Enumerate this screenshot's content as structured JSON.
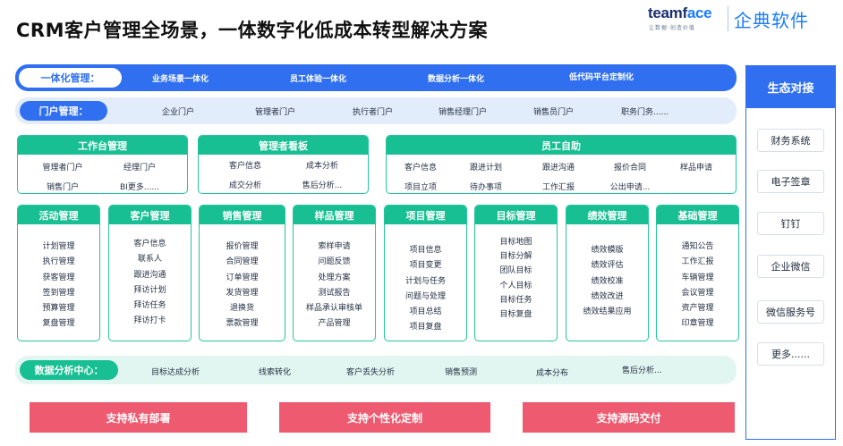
{
  "title": "CRM客户管理全场景，一体数字化低成本转型解决方案",
  "logo": {
    "en_part1": "teamf",
    "en_part2": "ace",
    "tagline": "让数据·创造价值",
    "cn": "企典软件"
  },
  "integration_bar": {
    "label": "一体化管理：",
    "items": [
      "业务场景一体化",
      "员工体验一体化",
      "数据分析一体化",
      "低代码平台定制化"
    ]
  },
  "portal_bar": {
    "label": "门户管理：",
    "items": [
      "企业门户",
      "管理者门户",
      "执行者门户",
      "销售经理门户",
      "销售员门户",
      "职务门务......"
    ]
  },
  "workbench": {
    "title": "工作台管理",
    "items": [
      "管理者门户",
      "经理门户",
      "销售门户",
      "BI更多......"
    ]
  },
  "manager_board": {
    "title": "管理者看板",
    "items": [
      "客户信息",
      "成本分析",
      "成交分析",
      "售后分析..."
    ]
  },
  "self_service": {
    "title": "员工自助",
    "items": [
      "客户信息",
      "跟进计划",
      "跟进沟通",
      "报价合同",
      "样品申请",
      "项目立项",
      "待办事项",
      "工作汇报",
      "公出申请..."
    ]
  },
  "modules": [
    {
      "title": "活动管理",
      "items": [
        "计划管理",
        "执行管理",
        "获客管理",
        "签到管理",
        "预算管理",
        "复盘管理"
      ]
    },
    {
      "title": "客户管理",
      "items": [
        "客户信息",
        "联系人",
        "跟进沟通",
        "拜访计划",
        "拜访任务",
        "拜访打卡"
      ]
    },
    {
      "title": "销售管理",
      "items": [
        "报价管理",
        "合同管理",
        "订单管理",
        "发货管理",
        "退换货",
        "票款管理"
      ]
    },
    {
      "title": "样品管理",
      "items": [
        "索样申请",
        "问题反馈",
        "处理方案",
        "测试报告",
        "样品承认审核单",
        "产品管理"
      ]
    },
    {
      "title": "项目管理",
      "items": [
        "项目信息",
        "项目变更",
        "计划与任务",
        "问题与处理",
        "项目总结",
        "项目复盘"
      ]
    },
    {
      "title": "目标管理",
      "items": [
        "目标地图",
        "目标分解",
        "团队目标",
        "个人目标",
        "目标任务",
        "目标复盘"
      ]
    },
    {
      "title": "绩效管理",
      "items": [
        "绩效模版",
        "绩效评估",
        "绩效校准",
        "绩效改进",
        "绩效结果应用"
      ]
    },
    {
      "title": "基础管理",
      "items": [
        "通知公告",
        "工作汇报",
        "车辆管理",
        "会议管理",
        "资产管理",
        "印章管理"
      ]
    }
  ],
  "analysis_bar": {
    "label": "数据分析中心：",
    "items": [
      "目标达成分析",
      "线索转化",
      "客户丢失分析",
      "销售预测",
      "成本分布",
      "售后分析..."
    ]
  },
  "buttons": [
    "支持私有部署",
    "支持个性化定制",
    "支持源码交付"
  ],
  "ecosystem": {
    "title": "生态对接",
    "items": [
      "财务系统",
      "电子签章",
      "钉钉",
      "企业微信",
      "微信服务号",
      "更多......"
    ]
  }
}
